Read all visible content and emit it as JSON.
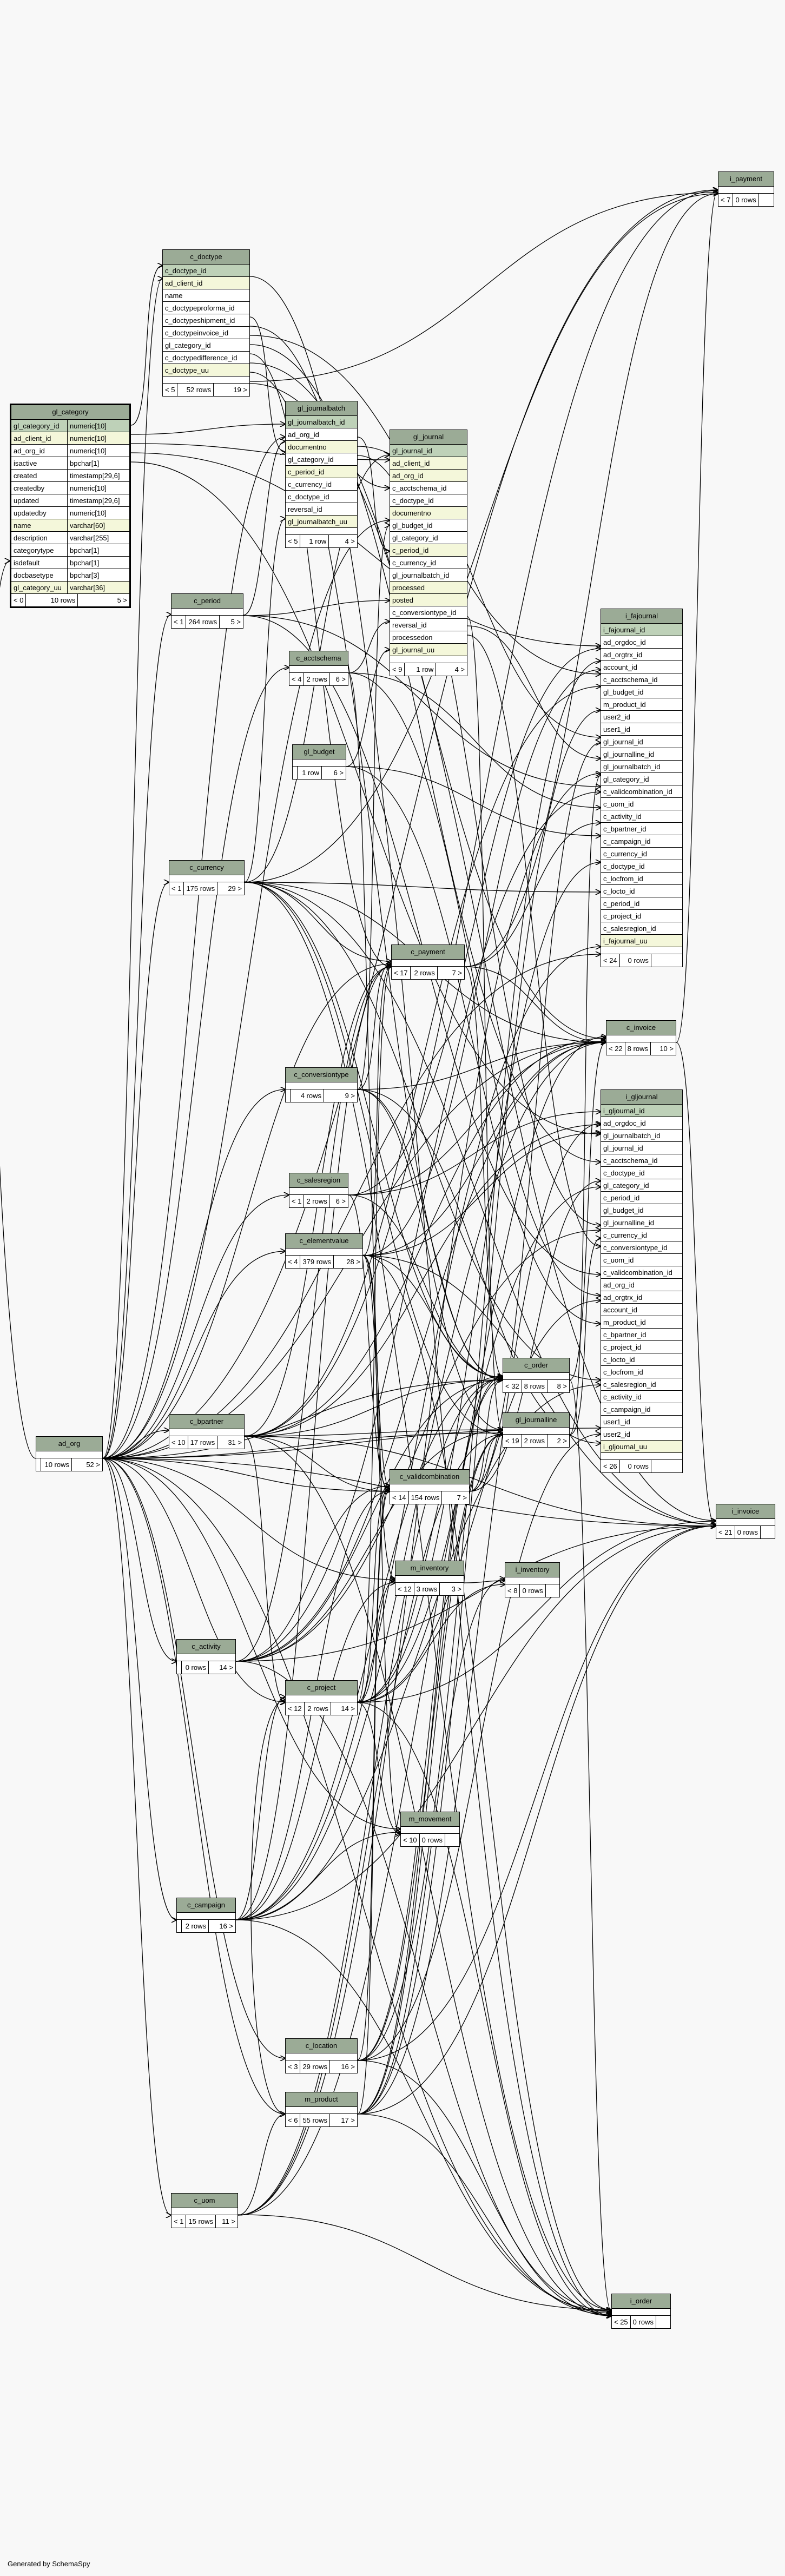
{
  "footer": "Generated by SchemaSpy",
  "main_table": {
    "name": "gl_category",
    "columns": [
      [
        "gl_category_id",
        "numeric[10]",
        "pk"
      ],
      [
        "ad_client_id",
        "numeric[10]",
        "fk"
      ],
      [
        "ad_org_id",
        "numeric[10]",
        ""
      ],
      [
        "isactive",
        "bpchar[1]",
        ""
      ],
      [
        "created",
        "timestamp[29,6]",
        ""
      ],
      [
        "createdby",
        "numeric[10]",
        ""
      ],
      [
        "updated",
        "timestamp[29,6]",
        ""
      ],
      [
        "updatedby",
        "numeric[10]",
        ""
      ],
      [
        "name",
        "varchar[60]",
        "fk"
      ],
      [
        "description",
        "varchar[255]",
        ""
      ],
      [
        "categorytype",
        "bpchar[1]",
        ""
      ],
      [
        "isdefault",
        "bpchar[1]",
        ""
      ],
      [
        "docbasetype",
        "bpchar[3]",
        ""
      ],
      [
        "gl_category_uu",
        "varchar[36]",
        "fk"
      ]
    ],
    "footer": [
      "< 0",
      "10 rows",
      "5 >"
    ]
  },
  "tables": [
    {
      "id": "c_doctype",
      "name": "c_doctype",
      "rows": [
        [
          "c_doctype_id",
          "pk"
        ],
        [
          "ad_client_id",
          "fk"
        ],
        [
          "name",
          ""
        ],
        [
          "c_doctypeproforma_id",
          ""
        ],
        [
          "c_doctypeshipment_id",
          ""
        ],
        [
          "c_doctypeinvoice_id",
          ""
        ],
        [
          "gl_category_id",
          ""
        ],
        [
          "c_doctypedifference_id",
          ""
        ],
        [
          "c_doctype_uu",
          "fk"
        ]
      ],
      "footer": [
        "< 5",
        "52 rows",
        "19 >"
      ]
    },
    {
      "id": "gl_journalbatch",
      "name": "gl_journalbatch",
      "rows": [
        [
          "gl_journalbatch_id",
          "pk"
        ],
        [
          "ad_org_id",
          ""
        ],
        [
          "documentno",
          "fk"
        ],
        [
          "gl_category_id",
          ""
        ],
        [
          "c_period_id",
          "fk"
        ],
        [
          "c_currency_id",
          ""
        ],
        [
          "c_doctype_id",
          ""
        ],
        [
          "reversal_id",
          ""
        ],
        [
          "gl_journalbatch_uu",
          "fk"
        ]
      ],
      "footer": [
        "< 5",
        "1 row",
        "4 >"
      ]
    },
    {
      "id": "gl_journal",
      "name": "gl_journal",
      "rows": [
        [
          "gl_journal_id",
          "pk"
        ],
        [
          "ad_client_id",
          "fk"
        ],
        [
          "ad_org_id",
          "fk"
        ],
        [
          "c_acctschema_id",
          ""
        ],
        [
          "c_doctype_id",
          ""
        ],
        [
          "documentno",
          "fk"
        ],
        [
          "gl_budget_id",
          ""
        ],
        [
          "gl_category_id",
          ""
        ],
        [
          "c_period_id",
          "fk"
        ],
        [
          "c_currency_id",
          ""
        ],
        [
          "gl_journalbatch_id",
          ""
        ],
        [
          "processed",
          "fk"
        ],
        [
          "posted",
          "fk"
        ],
        [
          "c_conversiontype_id",
          ""
        ],
        [
          "reversal_id",
          ""
        ],
        [
          "processedon",
          ""
        ],
        [
          "gl_journal_uu",
          "fk"
        ]
      ],
      "footer": [
        "< 9",
        "1 row",
        "4 >"
      ]
    },
    {
      "id": "c_period",
      "name": "c_period",
      "rows": [],
      "footer": [
        "< 1",
        "264 rows",
        "5 >"
      ]
    },
    {
      "id": "c_acctschema",
      "name": "c_acctschema",
      "rows": [],
      "footer": [
        "< 4",
        "2 rows",
        "6 >"
      ]
    },
    {
      "id": "gl_budget",
      "name": "gl_budget",
      "rows": [],
      "footer": [
        "",
        "1 row",
        "6 >"
      ]
    },
    {
      "id": "c_currency",
      "name": "c_currency",
      "rows": [],
      "footer": [
        "< 1",
        "175 rows",
        "29 >"
      ]
    },
    {
      "id": "c_payment",
      "name": "c_payment",
      "rows": [],
      "footer": [
        "< 17",
        "2 rows",
        "7 >"
      ]
    },
    {
      "id": "c_conversiontype",
      "name": "c_conversiontype",
      "rows": [],
      "footer": [
        "",
        "4 rows",
        "9 >"
      ]
    },
    {
      "id": "c_salesregion",
      "name": "c_salesregion",
      "rows": [],
      "footer": [
        "< 1",
        "2 rows",
        "6 >"
      ]
    },
    {
      "id": "c_elementvalue",
      "name": "c_elementvalue",
      "rows": [],
      "footer": [
        "< 4",
        "379 rows",
        "28 >"
      ]
    },
    {
      "id": "c_order",
      "name": "c_order",
      "rows": [],
      "footer": [
        "< 32",
        "8 rows",
        "8 >"
      ]
    },
    {
      "id": "gl_journalline",
      "name": "gl_journalline",
      "rows": [],
      "footer": [
        "< 19",
        "2 rows",
        "2 >"
      ]
    },
    {
      "id": "ad_org",
      "name": "ad_org",
      "rows": [],
      "footer": [
        "",
        "10 rows",
        "52 >"
      ]
    },
    {
      "id": "c_bpartner",
      "name": "c_bpartner",
      "rows": [],
      "footer": [
        "< 10",
        "17 rows",
        "31 >"
      ]
    },
    {
      "id": "c_validcombination",
      "name": "c_validcombination",
      "rows": [],
      "footer": [
        "< 14",
        "154 rows",
        "7 >"
      ]
    },
    {
      "id": "m_inventory",
      "name": "m_inventory",
      "rows": [],
      "footer": [
        "< 12",
        "3 rows",
        "3 >"
      ]
    },
    {
      "id": "i_inventory",
      "name": "i_inventory",
      "rows": [],
      "footer": [
        "< 8",
        "0 rows",
        ""
      ]
    },
    {
      "id": "c_activity",
      "name": "c_activity",
      "rows": [],
      "footer": [
        "",
        "0 rows",
        "14 >"
      ]
    },
    {
      "id": "c_project",
      "name": "c_project",
      "rows": [],
      "footer": [
        "< 12",
        "2 rows",
        "14 >"
      ]
    },
    {
      "id": "m_movement",
      "name": "m_movement",
      "rows": [],
      "footer": [
        "< 10",
        "0 rows",
        ""
      ]
    },
    {
      "id": "c_campaign",
      "name": "c_campaign",
      "rows": [],
      "footer": [
        "",
        "2 rows",
        "16 >"
      ]
    },
    {
      "id": "c_location",
      "name": "c_location",
      "rows": [],
      "footer": [
        "< 3",
        "29 rows",
        "16 >"
      ]
    },
    {
      "id": "m_product",
      "name": "m_product",
      "rows": [],
      "footer": [
        "< 6",
        "55 rows",
        "17 >"
      ]
    },
    {
      "id": "c_uom",
      "name": "c_uom",
      "rows": [],
      "footer": [
        "< 1",
        "15 rows",
        "11 >"
      ]
    },
    {
      "id": "i_payment",
      "name": "i_payment",
      "rows": [],
      "footer": [
        "< 7",
        "0 rows",
        ""
      ]
    },
    {
      "id": "i_fajournal",
      "name": "i_fajournal",
      "rows": [
        [
          "i_fajournal_id",
          "pk"
        ],
        [
          "ad_orgdoc_id",
          ""
        ],
        [
          "ad_orgtrx_id",
          ""
        ],
        [
          "account_id",
          ""
        ],
        [
          "c_acctschema_id",
          ""
        ],
        [
          "gl_budget_id",
          ""
        ],
        [
          "m_product_id",
          ""
        ],
        [
          "user2_id",
          ""
        ],
        [
          "user1_id",
          ""
        ],
        [
          "gl_journal_id",
          ""
        ],
        [
          "gl_journalline_id",
          ""
        ],
        [
          "gl_journalbatch_id",
          ""
        ],
        [
          "gl_category_id",
          ""
        ],
        [
          "c_validcombination_id",
          ""
        ],
        [
          "c_uom_id",
          ""
        ],
        [
          "c_activity_id",
          ""
        ],
        [
          "c_bpartner_id",
          ""
        ],
        [
          "c_campaign_id",
          ""
        ],
        [
          "c_currency_id",
          ""
        ],
        [
          "c_doctype_id",
          ""
        ],
        [
          "c_locfrom_id",
          ""
        ],
        [
          "c_locto_id",
          ""
        ],
        [
          "c_period_id",
          ""
        ],
        [
          "c_project_id",
          ""
        ],
        [
          "c_salesregion_id",
          ""
        ],
        [
          "i_fajournal_uu",
          "fk"
        ]
      ],
      "footer": [
        "< 24",
        "0 rows",
        ""
      ]
    },
    {
      "id": "c_invoice",
      "name": "c_invoice",
      "rows": [],
      "footer": [
        "< 22",
        "8 rows",
        "10 >"
      ]
    },
    {
      "id": "i_gljournal",
      "name": "i_gljournal",
      "rows": [
        [
          "i_gljournal_id",
          "pk"
        ],
        [
          "ad_orgdoc_id",
          ""
        ],
        [
          "gl_journalbatch_id",
          ""
        ],
        [
          "gl_journal_id",
          ""
        ],
        [
          "c_acctschema_id",
          ""
        ],
        [
          "c_doctype_id",
          ""
        ],
        [
          "gl_category_id",
          ""
        ],
        [
          "c_period_id",
          ""
        ],
        [
          "gl_budget_id",
          ""
        ],
        [
          "gl_journalline_id",
          ""
        ],
        [
          "c_currency_id",
          ""
        ],
        [
          "c_conversiontype_id",
          ""
        ],
        [
          "c_uom_id",
          ""
        ],
        [
          "c_validcombination_id",
          ""
        ],
        [
          "ad_org_id",
          ""
        ],
        [
          "ad_orgtrx_id",
          ""
        ],
        [
          "account_id",
          ""
        ],
        [
          "m_product_id",
          ""
        ],
        [
          "c_bpartner_id",
          ""
        ],
        [
          "c_project_id",
          ""
        ],
        [
          "c_locto_id",
          ""
        ],
        [
          "c_locfrom_id",
          ""
        ],
        [
          "c_salesregion_id",
          ""
        ],
        [
          "c_activity_id",
          ""
        ],
        [
          "c_campaign_id",
          ""
        ],
        [
          "user1_id",
          ""
        ],
        [
          "user2_id",
          ""
        ],
        [
          "i_gljournal_uu",
          "fk"
        ]
      ],
      "footer": [
        "< 26",
        "0 rows",
        ""
      ]
    },
    {
      "id": "i_invoice",
      "name": "i_invoice",
      "rows": [],
      "footer": [
        "< 21",
        "0 rows",
        ""
      ]
    },
    {
      "id": "i_order",
      "name": "i_order",
      "rows": [],
      "footer": [
        "< 25",
        "0 rows",
        ""
      ]
    }
  ]
}
